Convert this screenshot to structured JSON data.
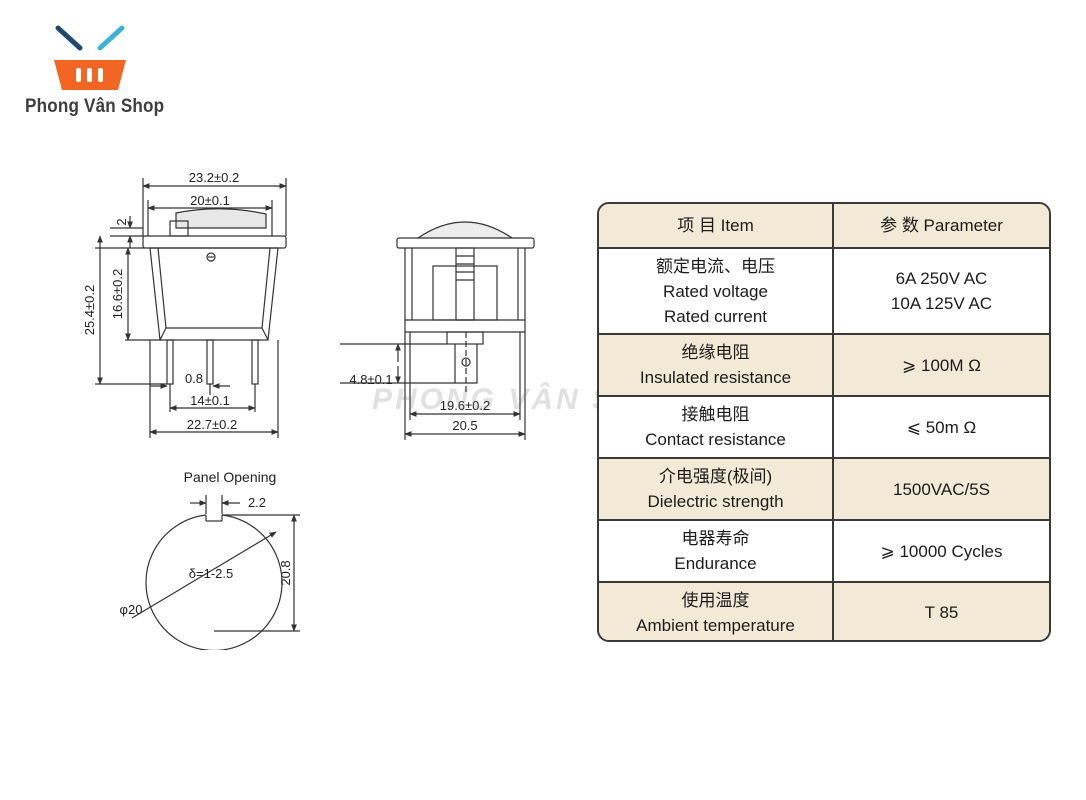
{
  "logo": {
    "text": "Phong Vân Shop"
  },
  "watermark": {
    "text": "PHONG VÂN SHOP"
  },
  "colors": {
    "logo_basket": "#f26522",
    "logo_handle_dark": "#1f4a6e",
    "logo_handle_light": "#3fb3d5",
    "table_tint": "#f2ead6"
  },
  "drawing": {
    "front": {
      "overall_width": "23.2±0.2",
      "inner_width": "20±0.1",
      "rocker_height": "2",
      "total_height": "25.4±0.2",
      "body_height": "16.6±0.2",
      "pin_width": "0.8",
      "pin_pitch": "14±0.1",
      "base_width": "22.7±0.2"
    },
    "side": {
      "pin_length": "4.8±0.1",
      "body_width": "19.6±0.2",
      "flange_width": "20.5"
    },
    "panel": {
      "title": "Panel Opening",
      "key_width": "2.2",
      "thickness": "δ=1-2.5",
      "height": "20.8",
      "diameter": "φ20"
    }
  },
  "table": {
    "header": {
      "item": "项 目  Item",
      "parameter": "参 数  Parameter"
    },
    "rows": [
      {
        "item": [
          "额定电流、电压",
          "Rated voltage",
          "Rated current"
        ],
        "value": [
          "6A   250V AC",
          "10A 125V AC"
        ]
      },
      {
        "item": [
          "绝缘电阻",
          "Insulated resistance"
        ],
        "value": [
          "⩾ 100M Ω"
        ]
      },
      {
        "item": [
          "接触电阻",
          "Contact resistance"
        ],
        "value": [
          "⩽ 50m Ω"
        ]
      },
      {
        "item": [
          "介电强度(极间)",
          "Dielectric strength"
        ],
        "value": [
          "1500VAC/5S"
        ]
      },
      {
        "item": [
          "电器寿命",
          "Endurance"
        ],
        "value": [
          "⩾ 10000 Cycles"
        ]
      },
      {
        "item": [
          "使用温度",
          "Ambient temperature"
        ],
        "value": [
          "T 85"
        ]
      }
    ]
  }
}
